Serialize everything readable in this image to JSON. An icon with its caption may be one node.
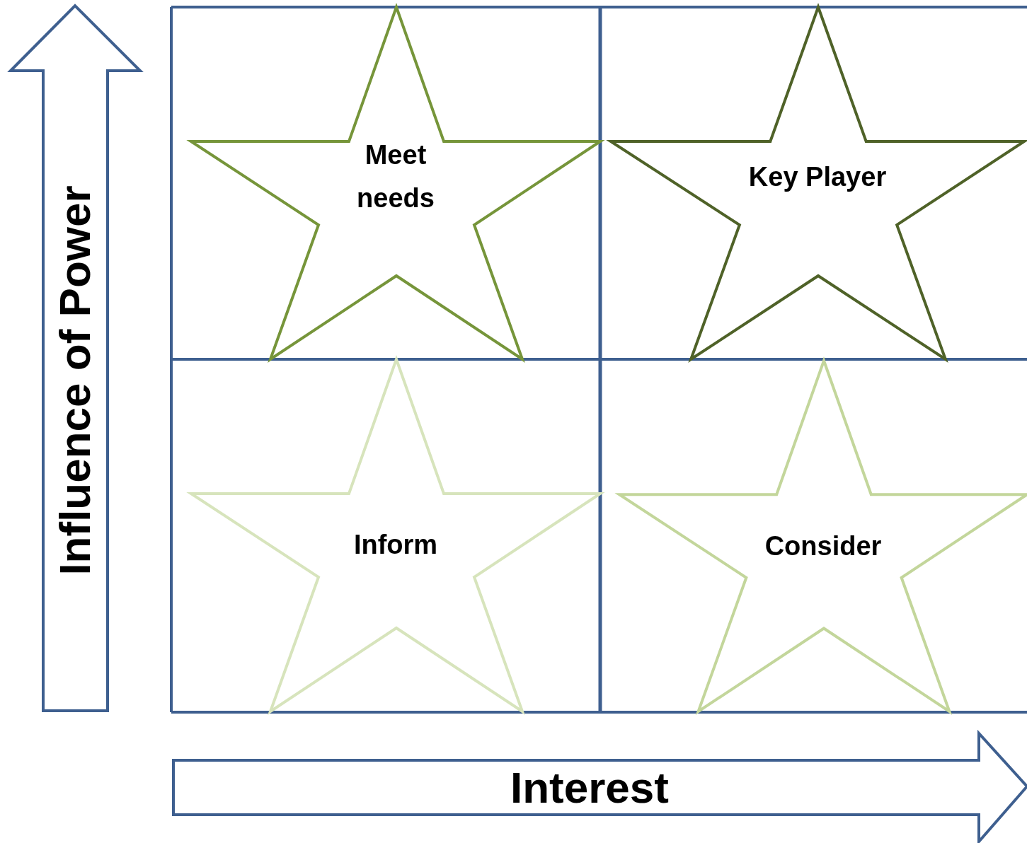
{
  "diagram": {
    "nodes": [
      {
        "text": [
          "Meet needs"
        ]
      },
      {
        "text": [
          "Key Player"
        ]
      },
      {
        "text": [
          "Inform"
        ]
      },
      {
        "text": [
          "Consider"
        ]
      },
      {
        "text": [
          "Influence of Power"
        ]
      },
      {
        "text": [
          "Interest"
        ]
      }
    ]
  }
}
